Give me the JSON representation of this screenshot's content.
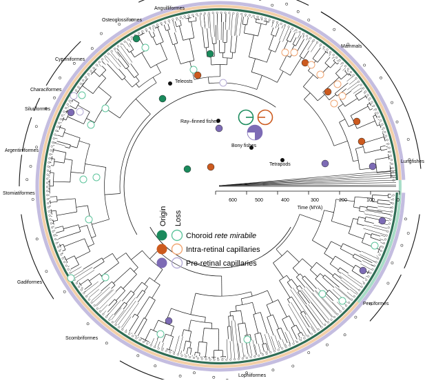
{
  "colors": {
    "choroid": "#1a8a5c",
    "intra": "#cc5a1e",
    "pre": "#7d6bb5",
    "choroid_light": "#5cc49b",
    "intra_light": "#f0a470",
    "pre_light": "#b3aad4",
    "band_outer": "#c4bde0",
    "band_inner": "#f3cfa8",
    "band_teal": "#a8ddc8",
    "branch": "#111111"
  },
  "clade_labels": [
    {
      "id": "anguilliformes",
      "text": "Anguilliformes"
    },
    {
      "id": "osteoglossiformes",
      "text": "Osteoglossiformes"
    },
    {
      "id": "cypriniformes",
      "text": "Cypriniformes"
    },
    {
      "id": "characiformes",
      "text": "Characiformes"
    },
    {
      "id": "siluriformes",
      "text": "Siluriformes"
    },
    {
      "id": "argentiniformes",
      "text": "Argentiniformes"
    },
    {
      "id": "stomiatiformes",
      "text": "Stomiatiformes"
    },
    {
      "id": "gadiformes",
      "text": "Gadiformes"
    },
    {
      "id": "scombriformes",
      "text": "Scombriformes"
    },
    {
      "id": "lophiiformes",
      "text": "Lophiiformes"
    },
    {
      "id": "perciformes",
      "text": "Perciformes"
    },
    {
      "id": "lungfishes",
      "text": "Lungfishes"
    },
    {
      "id": "mammals",
      "text": "Mammals"
    }
  ],
  "node_labels": [
    {
      "id": "teleosts",
      "text": "Teleosts"
    },
    {
      "id": "ray-finned",
      "text": "Ray–finned fishes"
    },
    {
      "id": "bony",
      "text": "Bony fishes"
    },
    {
      "id": "tetrapods",
      "text": "Tetrapods"
    }
  ],
  "time_axis": {
    "label": "Time (MYA)",
    "ticks": [
      "600",
      "500",
      "400",
      "300",
      "200",
      "100",
      "0"
    ]
  },
  "legend": {
    "origin_header": "Origin",
    "loss_header": "Loss",
    "items": [
      {
        "label_plain": "Choroid ",
        "label_italic": "rete mirabile"
      },
      {
        "label_plain": "Intra-retinal capillaries",
        "label_italic": ""
      },
      {
        "label_plain": "Pre-retinal capillaries",
        "label_italic": ""
      }
    ]
  }
}
